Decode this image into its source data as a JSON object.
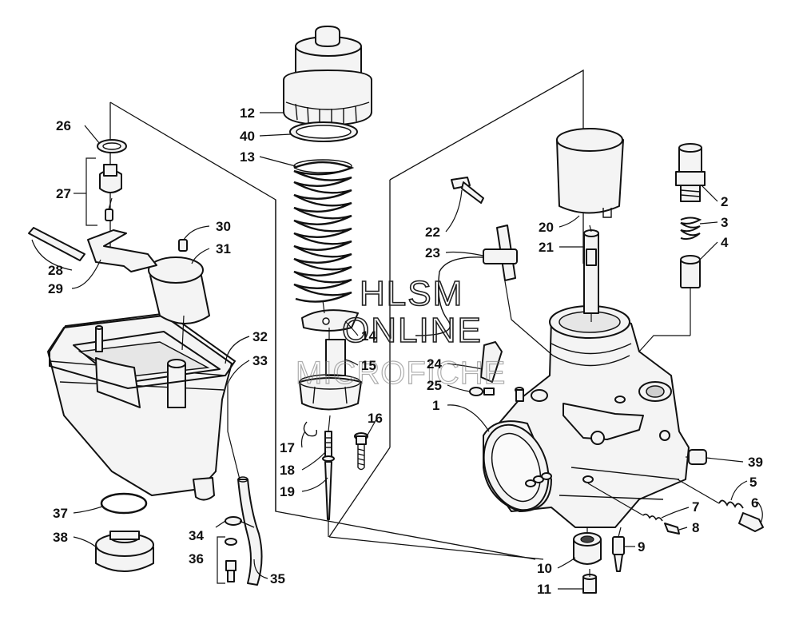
{
  "watermark": {
    "line1": "HLSM",
    "line2": "ONLINE",
    "line3": "MICROFICHE"
  },
  "callouts": {
    "c1": "1",
    "c2": "2",
    "c3": "3",
    "c4": "4",
    "c5": "5",
    "c6": "6",
    "c7": "7",
    "c8": "8",
    "c9": "9",
    "c10": "10",
    "c11": "11",
    "c12": "12",
    "c13": "13",
    "c14": "14",
    "c15": "15",
    "c16": "16",
    "c17": "17",
    "c18": "18",
    "c19": "19",
    "c20": "20",
    "c21": "21",
    "c22": "22",
    "c23": "23",
    "c24": "24",
    "c25": "25",
    "c26": "26",
    "c27": "27",
    "c28": "28",
    "c29": "29",
    "c30": "30",
    "c31": "31",
    "c32": "32",
    "c33": "33",
    "c34": "34",
    "c35": "35",
    "c36": "36",
    "c37": "37",
    "c38": "38",
    "c39": "39",
    "c40": "40"
  }
}
